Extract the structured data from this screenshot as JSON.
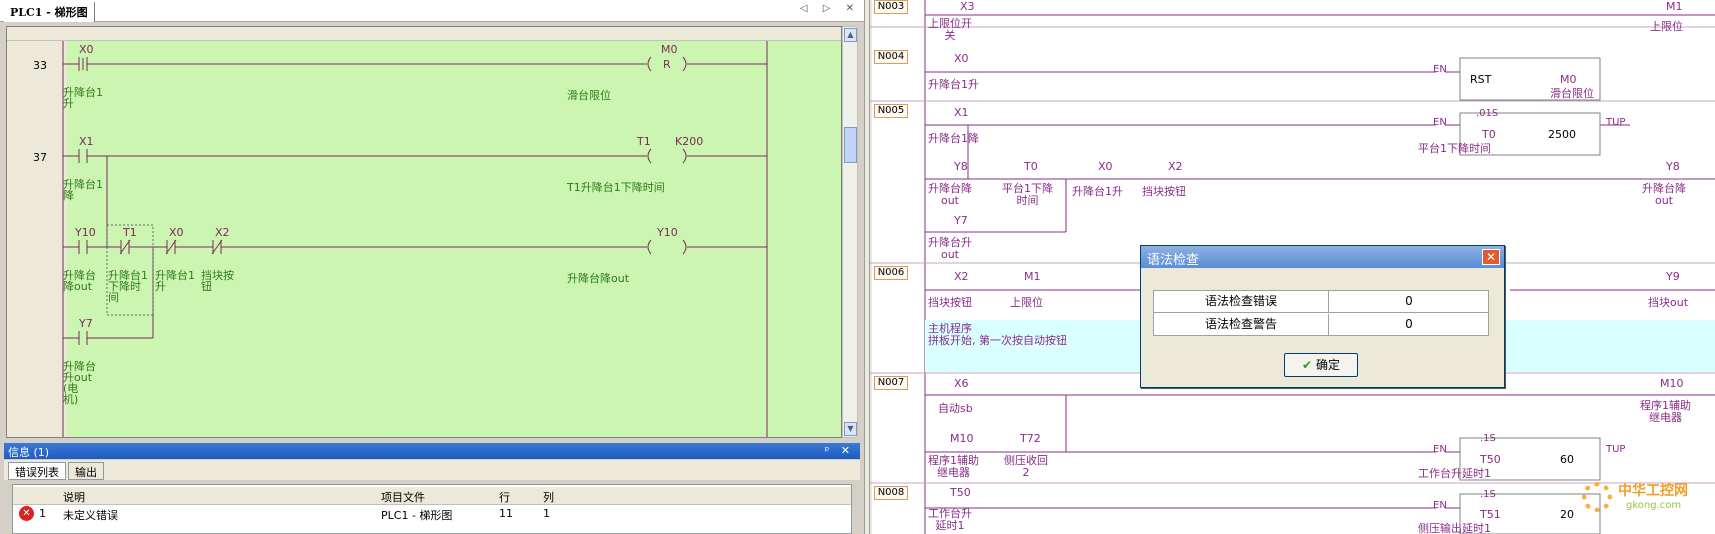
{
  "left_tab": {
    "title": "PLC1 - 梯形图",
    "nav": "◁ ▷ ✕"
  },
  "left_ladder": {
    "rung_numbers": [
      "33",
      "37"
    ],
    "contacts": [
      {
        "addr": "X0",
        "comment_1": "升降台1",
        "comment_2": "升"
      },
      {
        "addr": "X1",
        "comment_1": "升降台1",
        "comment_2": "降"
      },
      {
        "addr": "Y10",
        "comment_1": "升降台",
        "comment_2": "降out"
      },
      {
        "addr": "T1",
        "comment_1": "升降台1",
        "comment_2": "下降时",
        "comment_3": "间"
      },
      {
        "addr": "X0",
        "comment_1": "升降台1",
        "comment_2": "升"
      },
      {
        "addr": "X2",
        "comment_1": "挡块按",
        "comment_2": "钮"
      },
      {
        "addr": "Y7",
        "comment_1": "升降台",
        "comment_2": "升out",
        "comment_3": "(电",
        "comment_4": "机)"
      }
    ],
    "coils": [
      {
        "addr": "M0",
        "op": "R",
        "comment": "滑台限位"
      },
      {
        "addr": "T1",
        "param": "K200",
        "comment": "T1升降台1下降时间"
      },
      {
        "addr": "Y10",
        "comment": "升降台降out"
      }
    ]
  },
  "info_panel": {
    "title": "信息 (1)",
    "controls": "ᵖ ✕",
    "tabs": [
      "错误列表",
      "输出"
    ],
    "columns": [
      "说明",
      "项目文件",
      "行",
      "列"
    ],
    "rows": [
      {
        "index": "1",
        "desc": "未定义错误",
        "file": "PLC1 - 梯形图",
        "line": "11",
        "col": "1"
      }
    ]
  },
  "right_ladder": {
    "network_labels": [
      "N003",
      "N004",
      "N005",
      "N006",
      "N007",
      "N008"
    ],
    "texts": {
      "x3": "X3",
      "x3c1": "上限位开",
      "x3c2": "关",
      "m1": "M1",
      "m1c": "上限位",
      "x0a": "X0",
      "x0ac": "升降台1升",
      "en": "EN",
      "rst": "RST",
      "m0": "M0",
      "m0c": "滑台限位",
      "x1": "X1",
      "x1c": "升降台1降",
      "s01": ".01S",
      "t0": "T0",
      "t0v": "2500",
      "tup": "TUP",
      "t0c": "平台1下降时间",
      "y8": "Y8",
      "y8c1": "升降台降",
      "y8c2": "out",
      "t0b": "T0",
      "t0bc1": "平台1下降",
      "t0bc2": "时间",
      "x0b": "X0",
      "x0bc": "升降台1升",
      "x2": "X2",
      "x2c": "挡块按钮",
      "y8o": "Y8",
      "y8oc1": "升降台降",
      "y8oc2": "out",
      "y7": "Y7",
      "y7c1": "升降台升",
      "y7c2": "out",
      "x2b": "X2",
      "x2bc": "挡块按钮",
      "m1b": "M1",
      "m1bc": "上限位",
      "y9": "Y9",
      "y9c": "挡块out",
      "note1": "主机程序",
      "note2": "拼板开始, 第一次按自动按钮",
      "x6": "X6",
      "x6c": "自动sb",
      "m10": "M10",
      "m10c1": "程序1辅助",
      "m10c2": "继电器",
      "m10b": "M10",
      "m10bc1": "程序1辅助",
      "m10bc2": "继电器",
      "t72": "T72",
      "t72c1": "侧压收回",
      "t72c2": "2",
      "s1": ".1S",
      "t50": "T50",
      "t50v": "60",
      "t50c": "工作台升延时1",
      "t50b": "T50",
      "t50bc1": "工作台升",
      "t50bc2": "延时1",
      "s1b": ".1S",
      "t51": "T51",
      "t51v": "20",
      "t51c": "侧压输出延时1"
    }
  },
  "dialog": {
    "title": "语法检查",
    "rows": [
      {
        "label": "语法检查错误",
        "value": "0"
      },
      {
        "label": "语法检查警告",
        "value": "0"
      }
    ],
    "ok_label": "确定"
  },
  "watermark": {
    "line1": "中华工控网",
    "line2": "gkong.com"
  },
  "colors": {
    "ladder_bg": "#ccf5b1",
    "wire": "#7a2a5a",
    "comment": "#2f7a1a",
    "rung_purple": "#8a2c8a"
  }
}
